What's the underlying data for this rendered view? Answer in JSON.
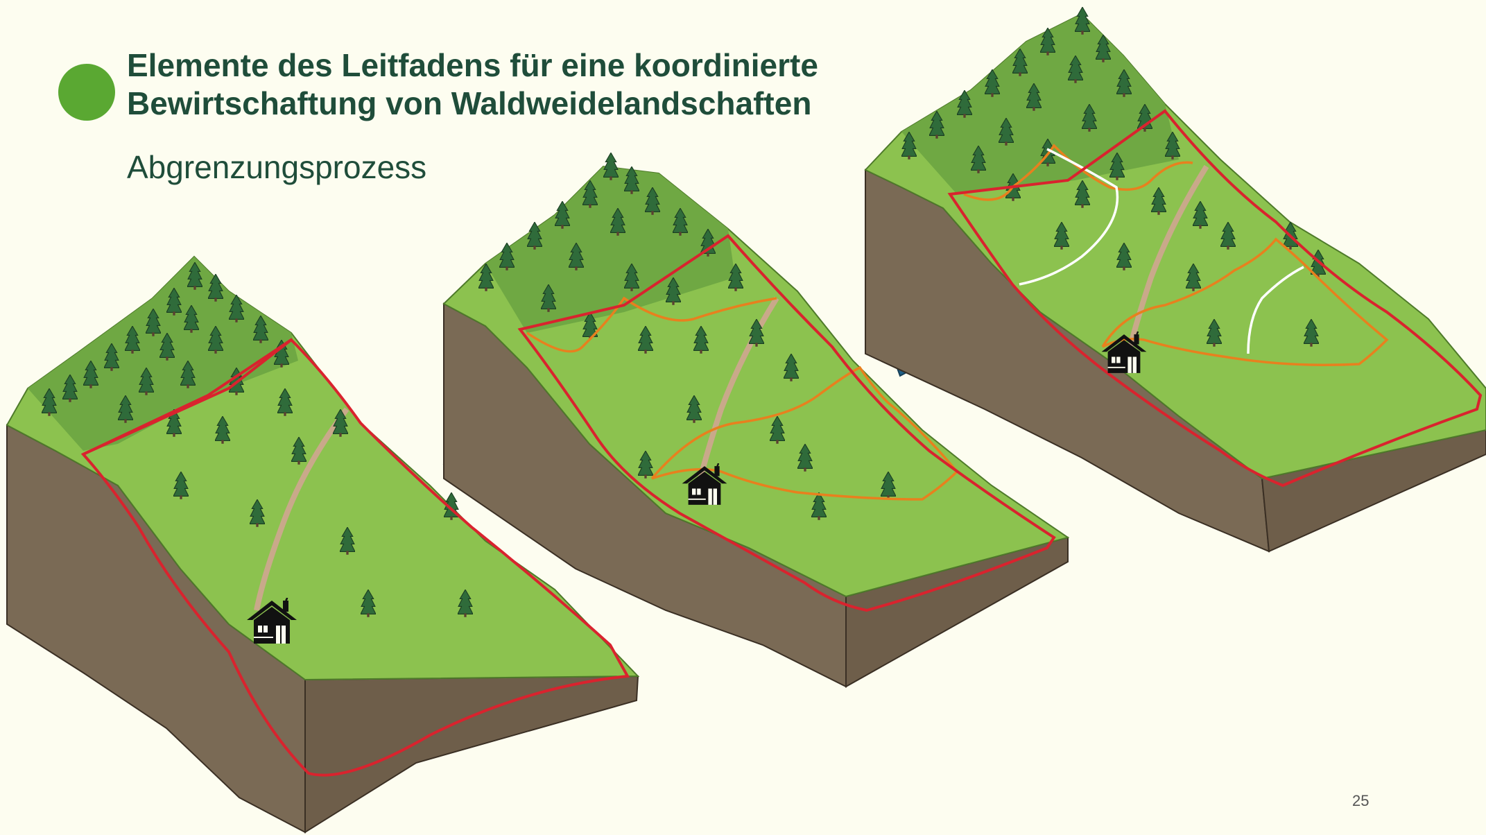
{
  "slide": {
    "title_line1": "Elemente des Leitfadens für eine koordinierte",
    "title_line2": "Bewirtschaftung von Waldweidelandschaften",
    "subtitle": "Abgrenzungsprozess",
    "page_number": "25"
  },
  "colors": {
    "accent": "#5aa832",
    "title_text": "#1f4d3a",
    "boundary": "#d9232e",
    "zone_line": "#e8801e",
    "path_line": "#ffffff",
    "arrow": "#1f5f86",
    "grass": "#8cc24f",
    "soil": "#7a6a55"
  },
  "icons": {
    "cabin": "cabin-icon",
    "arrow": "arrow-right-icon",
    "tree": "conifer-tree-icon"
  },
  "stages": [
    {
      "step": 1,
      "outer_boundary": true,
      "zones": 0,
      "paths": 0
    },
    {
      "step": 2,
      "outer_boundary": true,
      "zones": 2,
      "paths": 0
    },
    {
      "step": 3,
      "outer_boundary": true,
      "zones": 2,
      "paths": 2
    }
  ]
}
